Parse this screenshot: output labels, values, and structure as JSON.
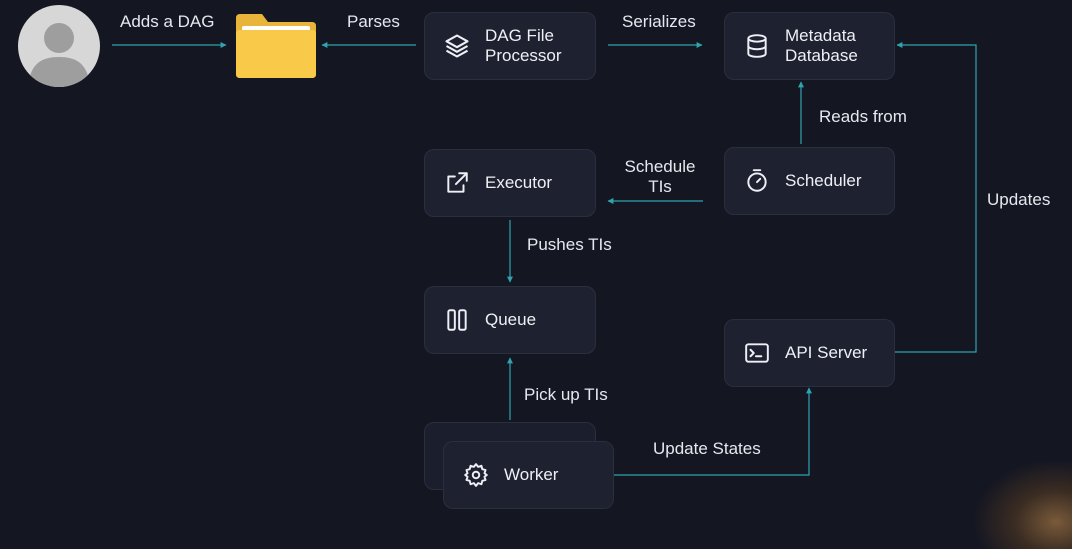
{
  "colors": {
    "background": "#141622",
    "node_fill": "#1e2130",
    "node_border": "#2a2e3f",
    "connector": "#2fa3b0",
    "folder": "#f9c94a"
  },
  "actors": {
    "user_avatar": "user-avatar-icon",
    "dag_folder": "folder-icon"
  },
  "nodes": {
    "dag_processor": {
      "label": "DAG File\nProcessor",
      "icon": "layers-icon"
    },
    "metadata_db": {
      "label": "Metadata\nDatabase",
      "icon": "database-icon"
    },
    "executor": {
      "label": "Executor",
      "icon": "external-link-icon"
    },
    "scheduler": {
      "label": "Scheduler",
      "icon": "stopwatch-icon"
    },
    "queue": {
      "label": "Queue",
      "icon": "columns-icon"
    },
    "api_server": {
      "label": "API Server",
      "icon": "terminal-icon"
    },
    "worker": {
      "label": "Worker",
      "icon": "gear-icon"
    }
  },
  "edges": {
    "adds_dag": "Adds a DAG",
    "parses": "Parses",
    "serializes": "Serializes",
    "reads_from": "Reads from",
    "schedule_tis": "Schedule\nTIs",
    "updates": "Updates",
    "pushes_tis": "Pushes TIs",
    "pick_up_tis": "Pick up TIs",
    "update_states": "Update States"
  }
}
